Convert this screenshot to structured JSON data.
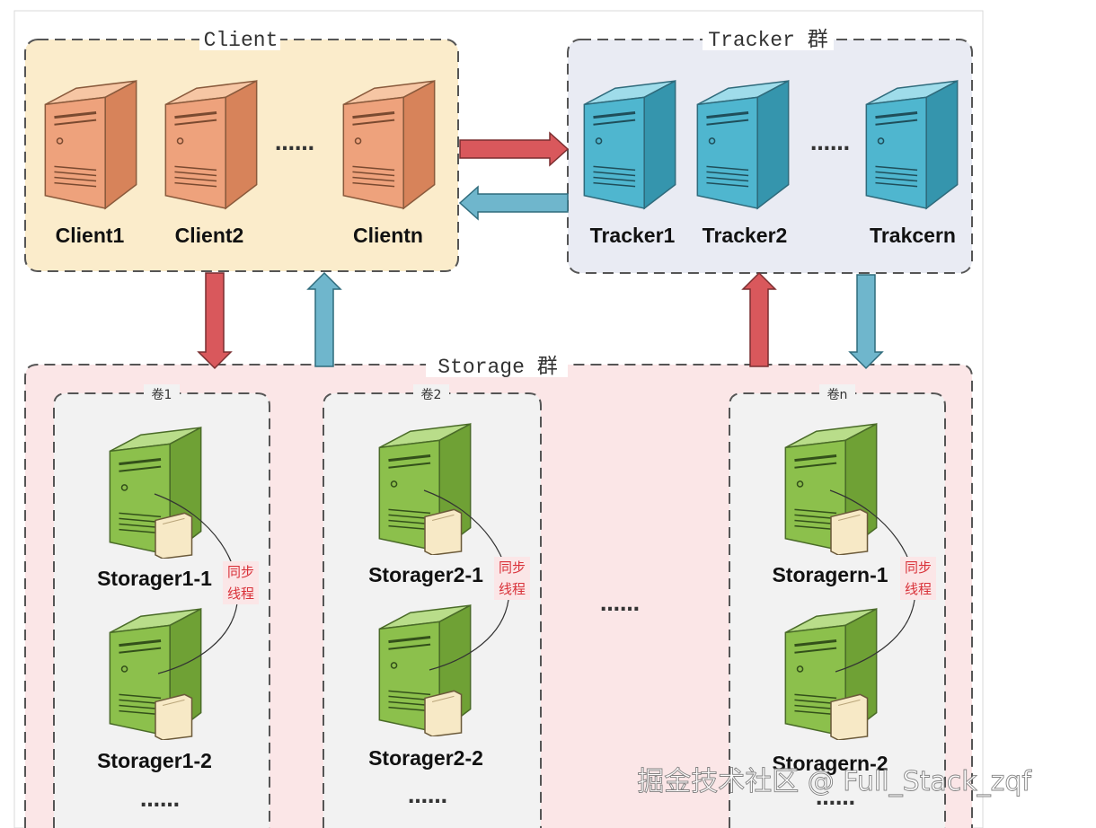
{
  "client_group": {
    "title": "Client",
    "nodes": [
      "Client1",
      "Client2",
      "Clientn"
    ],
    "ellipsis": "……"
  },
  "tracker_group": {
    "title": "Tracker 群",
    "nodes": [
      "Tracker1",
      "Tracker2",
      "Trakcern"
    ],
    "ellipsis": "……"
  },
  "storage_group": {
    "title": "Storage 群",
    "ellipsis": "……",
    "volumes": [
      {
        "title": "卷1",
        "nodes": [
          "Storager1-1",
          "Storager1-2"
        ],
        "sync": [
          "同步",
          "线程"
        ],
        "ellipsis": "……"
      },
      {
        "title": "卷2",
        "nodes": [
          "Storager2-1",
          "Storager2-2"
        ],
        "sync": [
          "同步",
          "线程"
        ],
        "ellipsis": "……"
      },
      {
        "title": "卷n",
        "nodes": [
          "Storagern-1",
          "Storagern-2"
        ],
        "sync": [
          "同步",
          "线程"
        ],
        "ellipsis": "……"
      }
    ]
  },
  "watermark": "掘金技术社区 @ Full_Stack_zqf",
  "colors": {
    "client_fill": "#fbeccb",
    "tracker_fill": "#e9ebf3",
    "storage_fill": "#fbe6e7",
    "volume_fill": "#f2f2f2",
    "arrow_red": "#d9585c",
    "arrow_blue": "#6fb6cc",
    "server_orange": "#eea27c",
    "server_blue": "#4fb6cf",
    "server_green": "#8cc04c"
  }
}
